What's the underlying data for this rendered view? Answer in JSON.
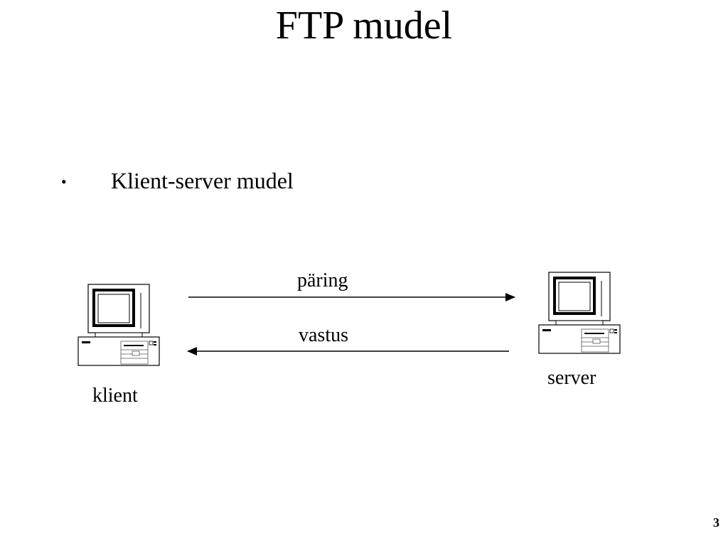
{
  "slide": {
    "title": "FTP mudel",
    "bullet": "Klient-server mudel",
    "page_number": "3"
  },
  "diagram": {
    "nodes": [
      {
        "id": "klient",
        "label": "klient",
        "icon": "desktop-computer-icon"
      },
      {
        "id": "server",
        "label": "server",
        "icon": "desktop-computer-icon"
      }
    ],
    "edges": [
      {
        "from": "klient",
        "to": "server",
        "label": "päring"
      },
      {
        "from": "server",
        "to": "klient",
        "label": "vastus"
      }
    ]
  }
}
